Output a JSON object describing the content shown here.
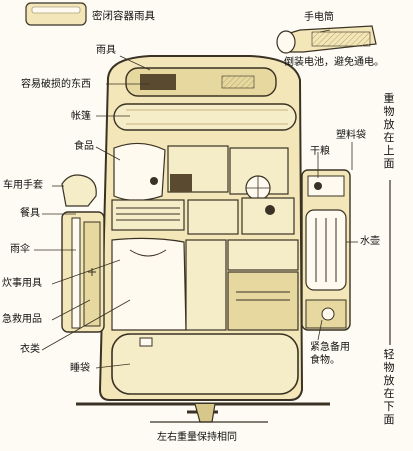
{
  "labels": {
    "sealed_rain_container": "密闭容器雨具",
    "flashlight": "手电筒",
    "flashlight_note_1": "倒装电池，避免通电。",
    "rain_gear": "雨具",
    "fragile": "容易破损的东西",
    "tent": "帐篷",
    "food": "食品",
    "gloves": "车用手套",
    "utensils": "餐具",
    "umbrella": "雨伞",
    "cookware": "炊事用具",
    "first_aid": "急救用品",
    "clothes": "衣类",
    "sleeping_bag": "睡袋",
    "dry_food": "干粮",
    "plastic_bag": "塑料袋",
    "water_bottle": "水壶",
    "emergency_food_1": "紧急备用",
    "emergency_food_2": "食物。",
    "heavy_top": "重物放在上面",
    "light_bottom": "轻物放在下面",
    "balance": "左右重量保持相同"
  },
  "colors": {
    "bag": "#f3e6b8",
    "shadow": "#d8c78a",
    "outline": "#3a3224",
    "dark": "#5a4a30",
    "background": "#fdfbf3"
  }
}
